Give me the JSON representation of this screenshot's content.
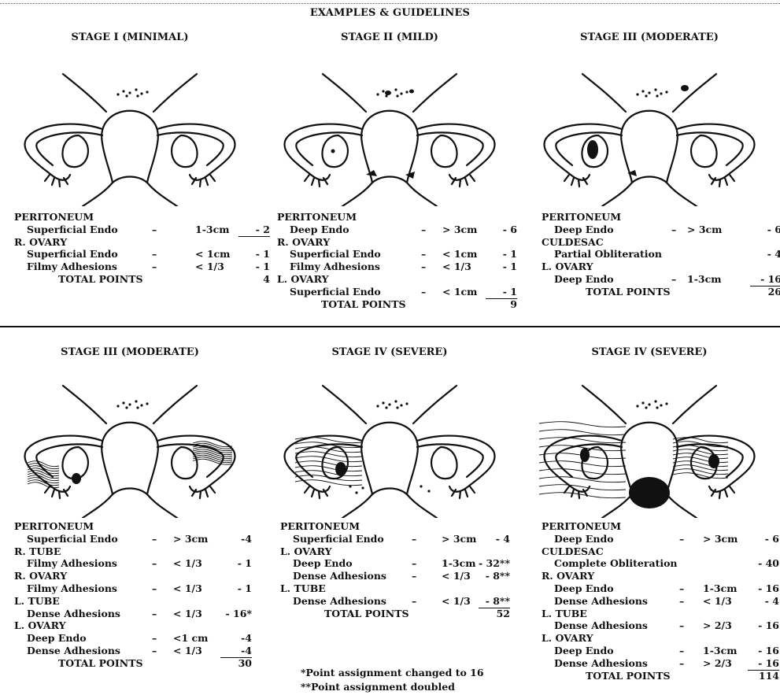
{
  "title": "EXAMPLES & GUIDELINES",
  "panels": [
    {
      "stage": "STAGE I (MINIMAL)",
      "lines": [
        {
          "kind": "hdr",
          "name": "PERITONEUM"
        },
        {
          "kind": "sub",
          "name": "Superficial Endo",
          "dash": "–",
          "size": "1-3cm",
          "points": "- 2"
        },
        {
          "kind": "hdr",
          "name": "R. OVARY"
        },
        {
          "kind": "sub",
          "name": "Superficial Endo",
          "dash": "–",
          "size": "< 1cm",
          "points": "- 1"
        },
        {
          "kind": "sub",
          "name": "Filmy Adhesions",
          "dash": "–",
          "size": "< 1/3",
          "points": "- 1"
        },
        {
          "kind": "total",
          "name": "TOTAL POINTS",
          "points": "4"
        }
      ]
    },
    {
      "stage": "STAGE II (MILD)",
      "lines": [
        {
          "kind": "hdr",
          "name": "PERITONEUM"
        },
        {
          "kind": "sub",
          "name": "Deep Endo",
          "dash": "–",
          "size": "> 3cm",
          "points": "- 6"
        },
        {
          "kind": "hdr",
          "name": "R. OVARY"
        },
        {
          "kind": "sub",
          "name": "Superficial Endo",
          "dash": "–",
          "size": "< 1cm",
          "points": "- 1"
        },
        {
          "kind": "sub",
          "name": "Filmy Adhesions",
          "dash": "–",
          "size": "< 1/3",
          "points": "- 1"
        },
        {
          "kind": "hdr",
          "name": "L. OVARY"
        },
        {
          "kind": "sub",
          "name": "Superficial Endo",
          "dash": "–",
          "size": "< 1cm",
          "points": "- 1"
        },
        {
          "kind": "total",
          "name": "TOTAL POINTS",
          "points": "9"
        }
      ]
    },
    {
      "stage": "STAGE III (MODERATE)",
      "lines": [
        {
          "kind": "hdr",
          "name": "PERITONEUM"
        },
        {
          "kind": "sub",
          "name": "Deep Endo",
          "dash": "–",
          "size": "> 3cm",
          "points": "- 6"
        },
        {
          "kind": "hdr",
          "name": "CULDESAC"
        },
        {
          "kind": "sub",
          "name": "Partial Obliteration",
          "dash": "",
          "size": "",
          "points": "- 4"
        },
        {
          "kind": "hdr",
          "name": "L. OVARY"
        },
        {
          "kind": "sub",
          "name": "Deep Endo",
          "dash": "–",
          "size": "1-3cm",
          "points": "- 16"
        },
        {
          "kind": "total",
          "name": "TOTAL POINTS",
          "points": "26"
        }
      ]
    },
    {
      "stage": "STAGE III (MODERATE)",
      "lines": [
        {
          "kind": "hdr",
          "name": "PERITONEUM"
        },
        {
          "kind": "sub",
          "name": "Superficial Endo",
          "dash": "–",
          "size": "> 3cm",
          "points": "-4"
        },
        {
          "kind": "hdr",
          "name": "R. TUBE"
        },
        {
          "kind": "sub",
          "name": "Filmy Adhesions",
          "dash": "–",
          "size": "< 1/3",
          "points": "- 1"
        },
        {
          "kind": "hdr",
          "name": "R. OVARY"
        },
        {
          "kind": "sub",
          "name": "Filmy Adhesions",
          "dash": "–",
          "size": "< 1/3",
          "points": "- 1"
        },
        {
          "kind": "hdr",
          "name": "L. TUBE"
        },
        {
          "kind": "sub",
          "name": "Dense Adhesions",
          "dash": "–",
          "size": "< 1/3",
          "points": "- 16*"
        },
        {
          "kind": "hdr",
          "name": "L. OVARY"
        },
        {
          "kind": "sub",
          "name": "Deep Endo",
          "dash": "–",
          "size": "<1 cm",
          "points": "-4"
        },
        {
          "kind": "sub",
          "name": "Dense Adhesions",
          "dash": "–",
          "size": "< 1/3",
          "points": "-4"
        },
        {
          "kind": "total",
          "name": "TOTAL POINTS",
          "points": "30"
        }
      ]
    },
    {
      "stage": "STAGE IV (SEVERE)",
      "lines": [
        {
          "kind": "hdr",
          "name": "PERITONEUM"
        },
        {
          "kind": "sub",
          "name": "Superficial Endo",
          "dash": "–",
          "size": "> 3cm",
          "points": "- 4"
        },
        {
          "kind": "hdr",
          "name": "L. OVARY"
        },
        {
          "kind": "sub",
          "name": "Deep Endo",
          "dash": "–",
          "size": "1-3cm",
          "points": "- 32**"
        },
        {
          "kind": "sub",
          "name": "Dense Adhesions",
          "dash": "–",
          "size": "< 1/3",
          "points": "- 8**"
        },
        {
          "kind": "hdr",
          "name": "L. TUBE"
        },
        {
          "kind": "sub",
          "name": "Dense Adhesions",
          "dash": "–",
          "size": "< 1/3",
          "points": "- 8**"
        },
        {
          "kind": "total",
          "name": "TOTAL POINTS",
          "points": "52"
        }
      ]
    },
    {
      "stage": "STAGE IV (SEVERE)",
      "lines": [
        {
          "kind": "hdr",
          "name": "PERITONEUM"
        },
        {
          "kind": "sub",
          "name": "Deep Endo",
          "dash": "–",
          "size": "> 3cm",
          "points": "- 6"
        },
        {
          "kind": "hdr",
          "name": "CULDESAC"
        },
        {
          "kind": "sub",
          "name": "Complete Obliteration",
          "dash": "",
          "size": "",
          "points": "- 40"
        },
        {
          "kind": "hdr",
          "name": "R. OVARY"
        },
        {
          "kind": "sub",
          "name": "Deep Endo",
          "dash": "–",
          "size": "1-3cm",
          "points": "- 16"
        },
        {
          "kind": "sub",
          "name": "Dense Adhesions",
          "dash": "–",
          "size": "< 1/3",
          "points": "- 4"
        },
        {
          "kind": "hdr",
          "name": "L. TUBE"
        },
        {
          "kind": "sub",
          "name": "Dense Adhesions",
          "dash": "–",
          "size": "> 2/3",
          "points": "- 16"
        },
        {
          "kind": "hdr",
          "name": "L. OVARY"
        },
        {
          "kind": "sub",
          "name": "Deep Endo",
          "dash": "–",
          "size": "1-3cm",
          "points": "- 16"
        },
        {
          "kind": "sub",
          "name": "Dense Adhesions",
          "dash": "–",
          "size": "> 2/3",
          "points": "- 16"
        },
        {
          "kind": "total",
          "name": "TOTAL POINTS",
          "points": "114"
        }
      ]
    }
  ],
  "footnotes": [
    "*Point assignment changed to 16",
    "**Point assignment doubled"
  ]
}
